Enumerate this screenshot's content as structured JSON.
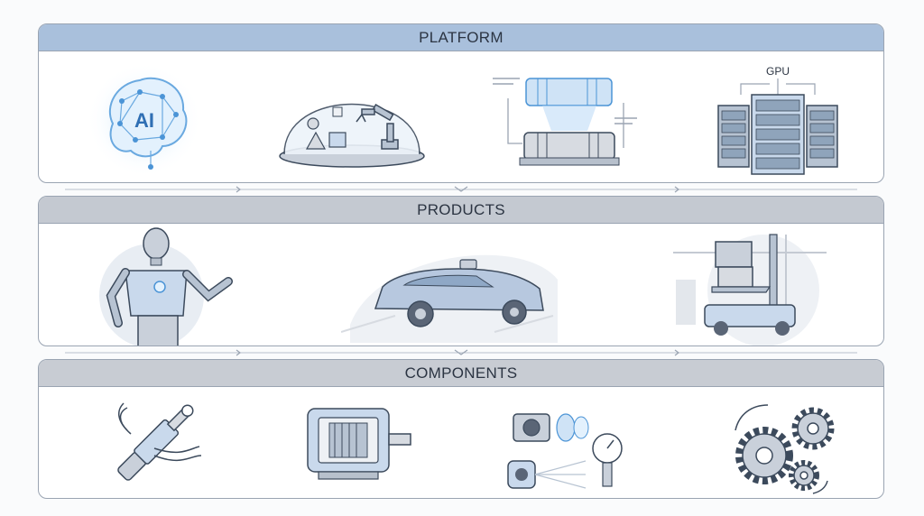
{
  "platform": {
    "title": "PLATFORM",
    "ai_label": "AI",
    "gpu_label": "GPU"
  },
  "products": {
    "title": "PRODUCTS"
  },
  "components": {
    "title": "COMPONENTS"
  },
  "colors": {
    "platform_header": "#a9c0dc",
    "products_header": "#c4c9d1",
    "components_header": "#c8ccd3",
    "outline": "#3c4a5c",
    "fill_blue": "#c9d9ec",
    "fill_grey": "#d7dbe1"
  }
}
